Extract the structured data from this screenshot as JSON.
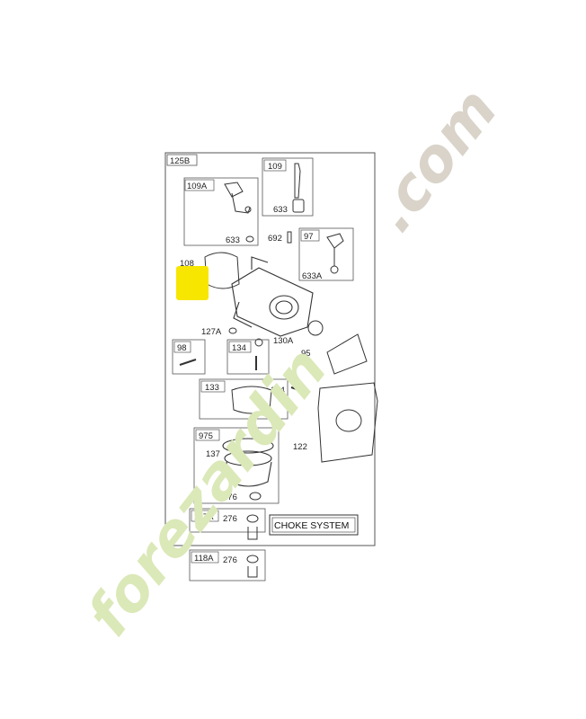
{
  "diagram": {
    "frame_label": "125B",
    "part_labels": {
      "p109": "109",
      "p109A": "109A",
      "p633a": "633",
      "p633b": "633",
      "p692": "692",
      "p97": "97",
      "p633A": "633A",
      "p108": "108",
      "p127A": "127A",
      "p130A": "130A",
      "p98": "98",
      "p134": "134",
      "p95": "95",
      "p51": "51",
      "p133": "133",
      "p104": "104",
      "p975": "975",
      "p137": "137",
      "p122": "122",
      "p276a": "276",
      "p117A": "117A",
      "p276b": "276",
      "p118A": "118A",
      "p276c": "276"
    },
    "choke_label": "CHOKE SYSTEM"
  },
  "watermark": {
    "green_text": "forezardin",
    "gray_text": ".com",
    "highlight_color": "#f7e600",
    "green_color": "#dbe8b8",
    "gray_color": "#d9d3c9"
  }
}
